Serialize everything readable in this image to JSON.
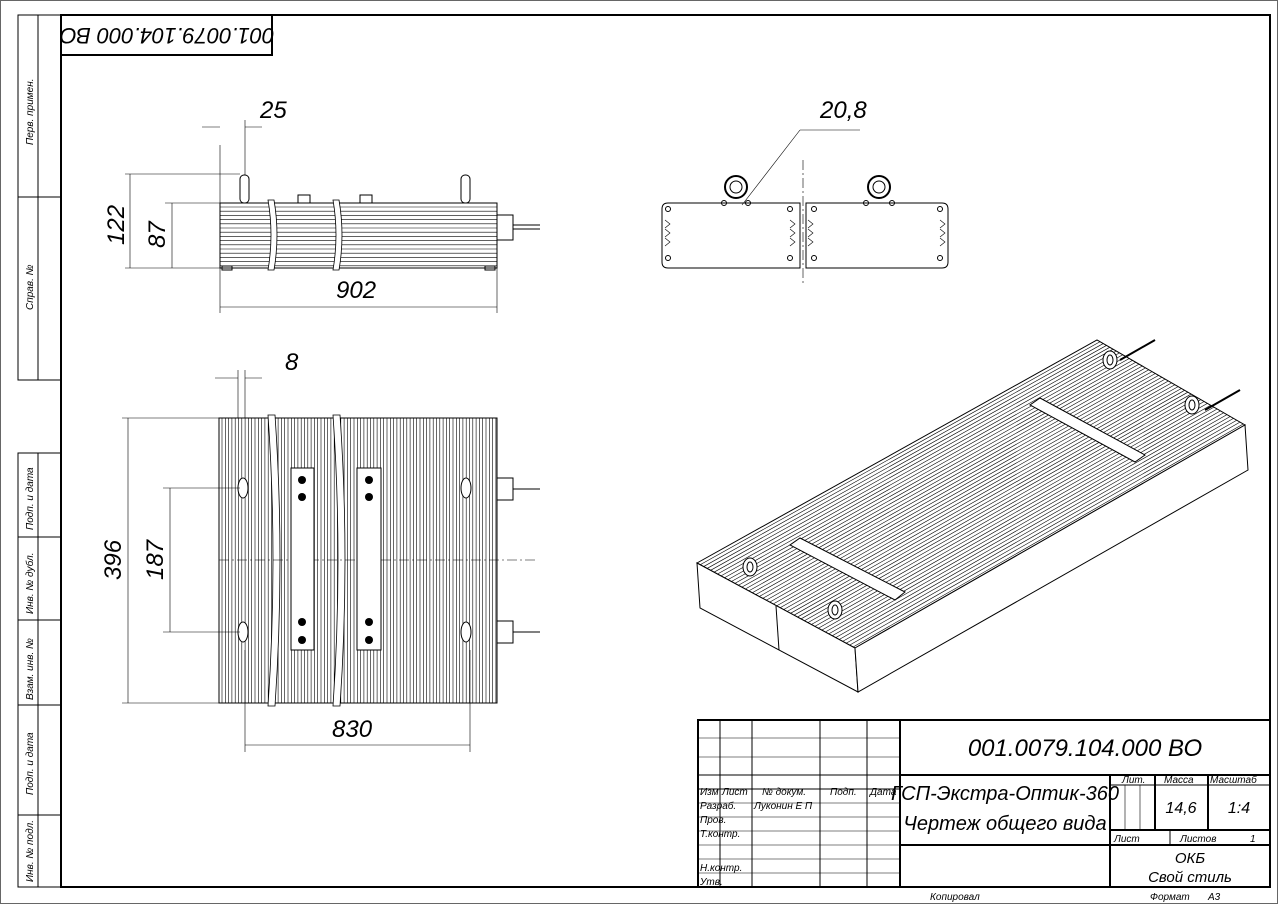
{
  "stamp_rotated": "001.0079.104.000 ВО",
  "left_strip": {
    "upper": [
      "Перв. примен.",
      "Справ. №"
    ],
    "lower": [
      "Подп. и дата",
      "Инв. № дубл.",
      "Взам. инв. №",
      "Подп. и дата",
      "Инв. № подл."
    ]
  },
  "dimensions": {
    "front_bolt_offset": "25",
    "front_total_height": "122",
    "front_body_height": "87",
    "front_length": "902",
    "side_eyebolt": "20,8",
    "top_bolt_offset": "8",
    "top_width": "396",
    "top_mount_spacing": "187",
    "top_mount_length": "830"
  },
  "title_block": {
    "designation": "001.0079.104.000 ВО",
    "name_line1": "ГСП-Экстра-Оптик-360",
    "name_line2": "Чертеж общего вида",
    "headers": {
      "izm": "Изм",
      "list": "Лист",
      "doc": "№ докум.",
      "sign": "Подп.",
      "date": "Дата"
    },
    "roles": {
      "developer": "Разраб.",
      "checker": "Пров.",
      "tech_control": "Т.контр.",
      "norm_control": "Н.контр.",
      "approved": "Утв."
    },
    "developer_name": "Луконин Е П",
    "lit_label": "Лит.",
    "mass_label": "Масса",
    "scale_label": "Масштаб",
    "mass": "14,6",
    "scale": "1:4",
    "sheet_label": "Лист",
    "sheets_label": "Листов",
    "sheets": "1",
    "org_line1": "ОКБ",
    "org_line2": "Свой стиль",
    "copied": "Копировал",
    "format_label": "Формат",
    "format": "А3"
  }
}
